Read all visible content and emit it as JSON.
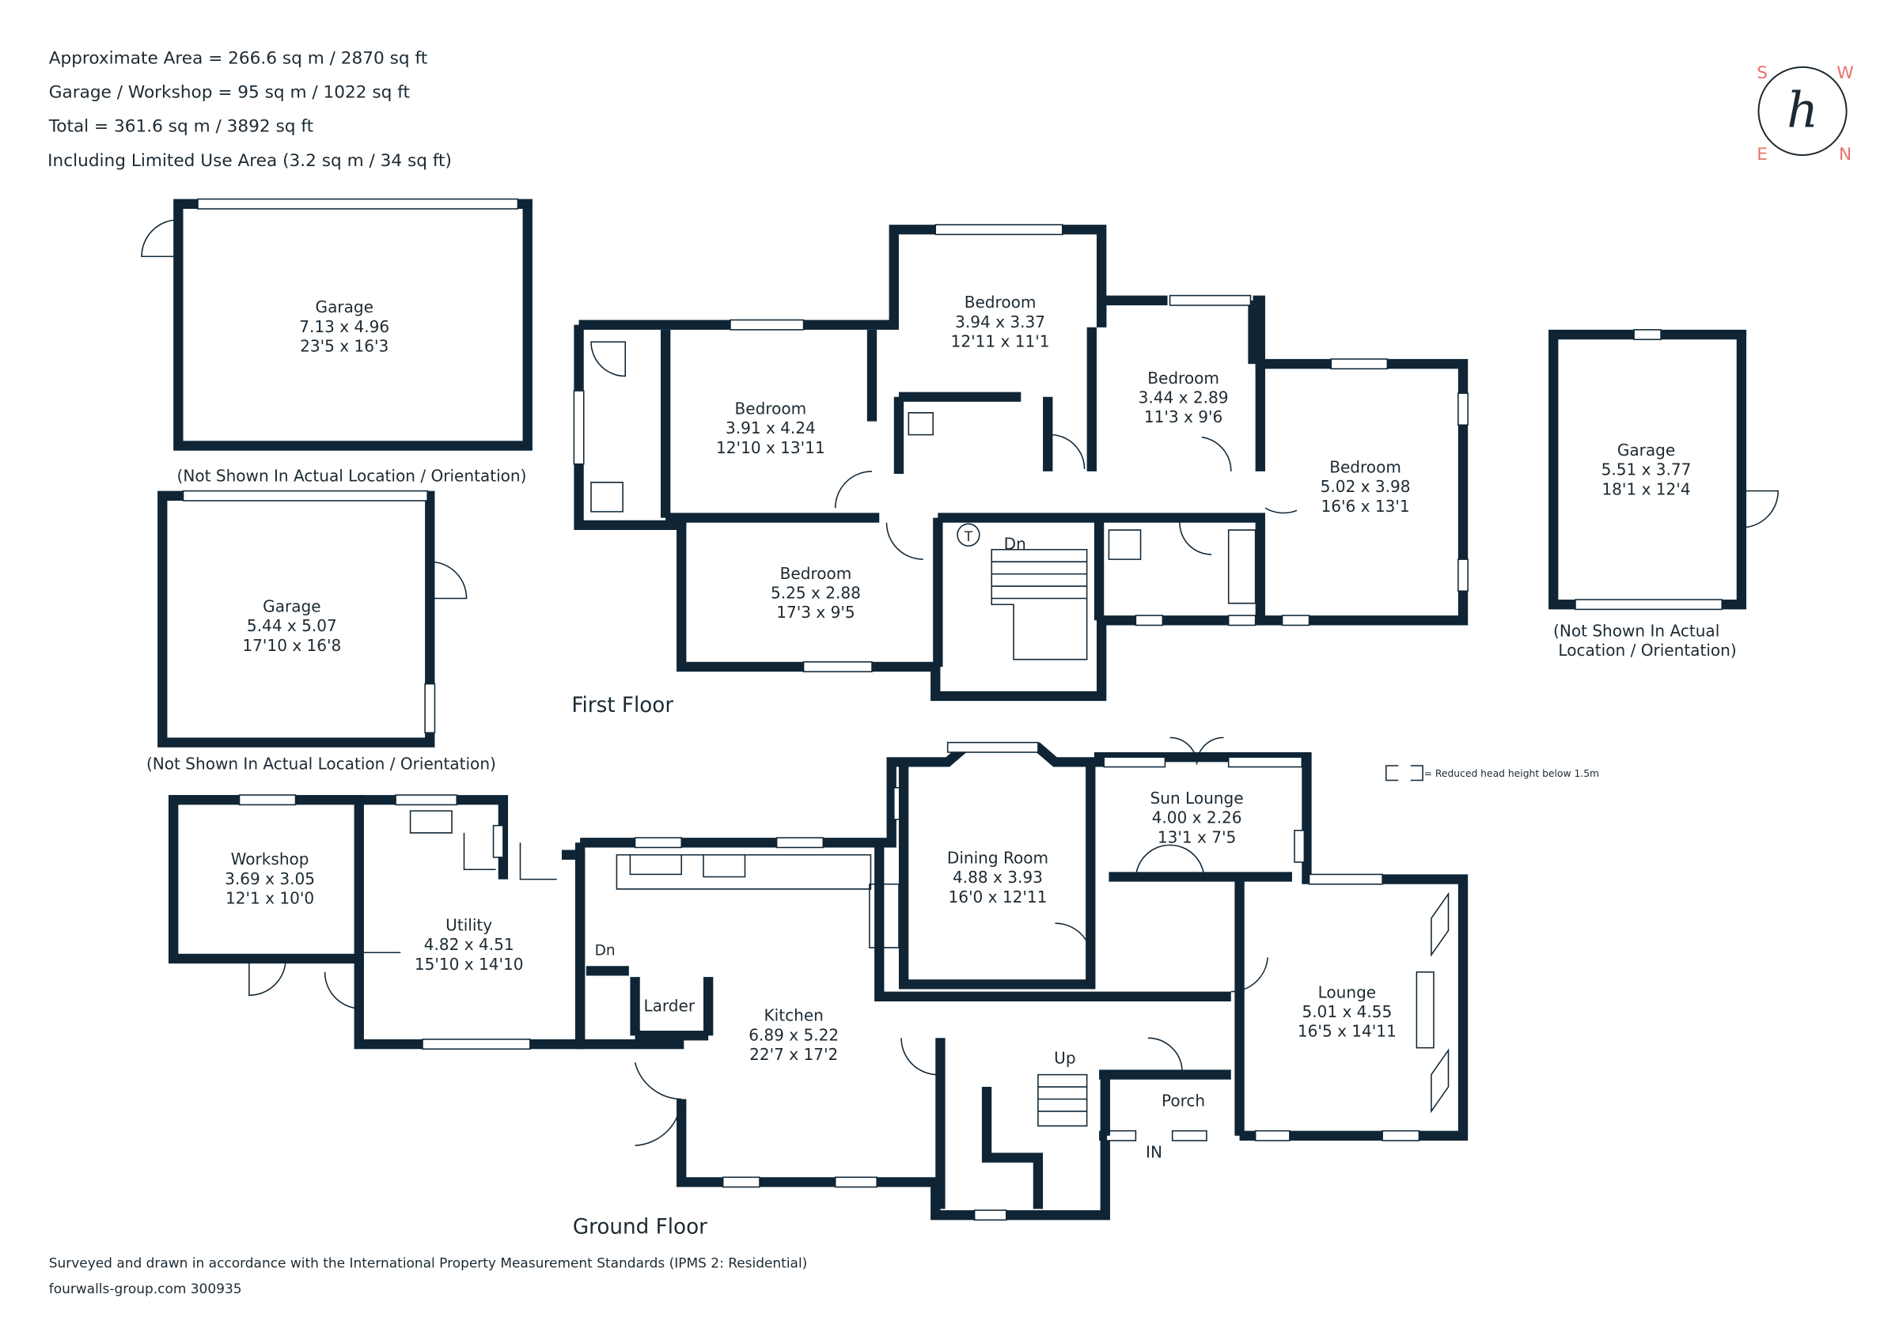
{
  "header": {
    "lines": [
      "Approximate Area = 266.6 sq m / 2870 sq ft",
      "Garage / Workshop = 95 sq m / 1022 sq ft",
      "Total = 361.6 sq m / 3892 sq ft",
      "Including Limited Use Area (3.2 sq m / 34 sq ft)"
    ]
  },
  "compass": {
    "s": "S",
    "w": "W",
    "e": "E",
    "n": "N",
    "accent": "#e8726b",
    "logo_letter": "h"
  },
  "floors": {
    "first": "First Floor",
    "ground": "Ground Floor"
  },
  "legend": {
    "reduced_head": "= Reduced head height below 1.5m"
  },
  "notes": {
    "not_shown": "(Not Shown In Actual Location / Orientation)",
    "not_shown_l1": "(Not Shown In Actual",
    "not_shown_l2": "Location / Orientation)"
  },
  "outbuildings": [
    {
      "name": "Garage",
      "metric": "7.13 x 4.96",
      "imperial": "23'5 x 16'3"
    },
    {
      "name": "Garage",
      "metric": "5.44 x 5.07",
      "imperial": "17'10 x 16'8"
    },
    {
      "name": "Garage",
      "metric": "5.51 x 3.77",
      "imperial": "18'1 x 12'4"
    },
    {
      "name": "Workshop",
      "metric": "3.69 x 3.05",
      "imperial": "12'1 x 10'0"
    }
  ],
  "first_floor": [
    {
      "name": "Bedroom",
      "metric": "3.94 x 3.37",
      "imperial": "12'11 x 11'1"
    },
    {
      "name": "Bedroom",
      "metric": "3.91 x 4.24",
      "imperial": "12'10 x 13'11"
    },
    {
      "name": "Bedroom",
      "metric": "3.44 x 2.89",
      "imperial": "11'3 x 9'6"
    },
    {
      "name": "Bedroom",
      "metric": "5.02 x 3.98",
      "imperial": "16'6 x 13'1"
    },
    {
      "name": "Bedroom",
      "metric": "5.25 x 2.88",
      "imperial": "17'3 x 9'5"
    }
  ],
  "first_floor_labels": {
    "dn": "Dn",
    "tank": "T"
  },
  "ground_floor": [
    {
      "name": "Utility",
      "metric": "4.82 x 4.51",
      "imperial": "15'10 x 14'10"
    },
    {
      "name": "Kitchen",
      "metric": "6.89 x 5.22",
      "imperial": "22'7 x 17'2"
    },
    {
      "name": "Dining Room",
      "metric": "4.88 x 3.93",
      "imperial": "16'0 x 12'11"
    },
    {
      "name": "Sun Lounge",
      "metric": "4.00 x 2.26",
      "imperial": "13'1 x 7'5"
    },
    {
      "name": "Lounge",
      "metric": "5.01 x 4.55",
      "imperial": "16'5 x 14'11"
    }
  ],
  "ground_floor_labels": {
    "larder": "Larder",
    "porch": "Porch",
    "up": "Up",
    "dn": "Dn",
    "in": "IN"
  },
  "footer": {
    "standard": "Surveyed and drawn in accordance with the International Property Measurement Standards (IPMS 2: Residential)",
    "ref": "fourwalls-group.com 300935"
  }
}
